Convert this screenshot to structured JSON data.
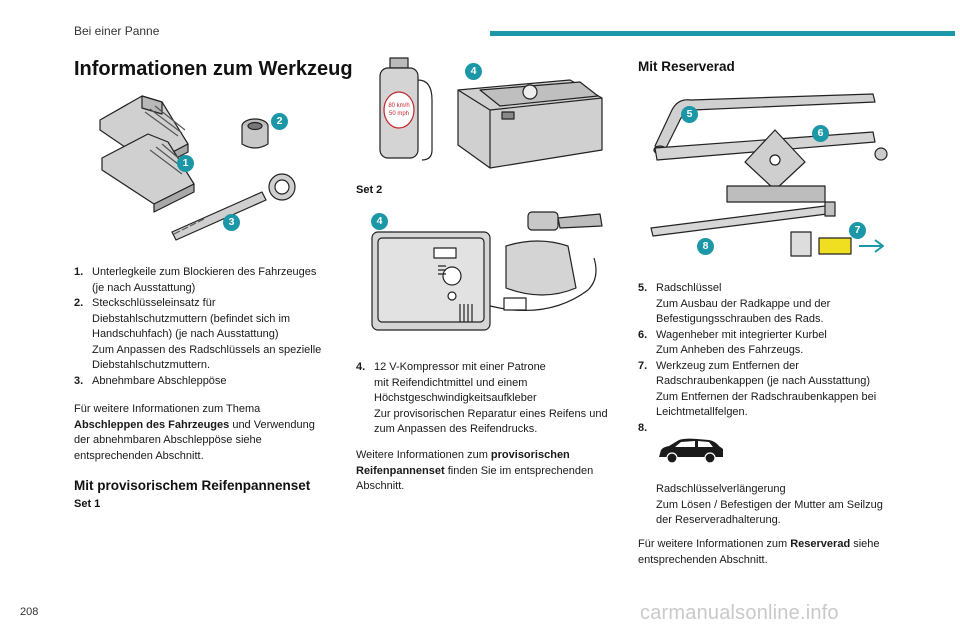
{
  "header": {
    "section_title": "Bei einer Panne",
    "accent_color": "#1b97a7"
  },
  "page": {
    "number": "208"
  },
  "watermark": "carmanualsonline.info",
  "col1": {
    "title": "Informationen zum Werkzeug",
    "markers": [
      "1",
      "2",
      "3"
    ],
    "items": [
      {
        "num": "1.",
        "lines": [
          "Unterlegkeile zum Blockieren des Fahrzeuges",
          "(je nach Ausstattung)"
        ]
      },
      {
        "num": "2.",
        "lines": [
          "Steckschlüsseleinsatz für",
          "Diebstahlschutzmuttern (befindet sich im",
          "Handschuhfach) (je nach Ausstattung)",
          "Zum Anpassen des Radschlüssels an spezielle",
          "Diebstahlschutzmuttern."
        ]
      },
      {
        "num": "3.",
        "lines": [
          "Abnehmbare Abschleppöse"
        ]
      }
    ],
    "para": {
      "l1": "Für weitere Informationen zum Thema",
      "l2_bold": "Abschleppen des Fahrzeuges",
      "l2_rest": " und Verwendung",
      "l3": "der abnehmbaren Abschleppöse siehe",
      "l4": "entsprechenden Abschnitt."
    },
    "section2_title": "Mit provisorischem Reifenpannenset",
    "set1_label": "Set 1"
  },
  "col2": {
    "markers": [
      "4",
      "4"
    ],
    "set2_label": "Set 2",
    "item4": {
      "num": "4.",
      "lines": [
        "12 V-Kompressor mit einer Patrone",
        "mit Reifendichtmittel und einem",
        "Höchstgeschwindigkeitsaufkleber",
        "Zur provisorischen Reparatur eines Reifens und",
        "zum Anpassen des Reifendrucks."
      ]
    },
    "para": {
      "l1_pre": "Weitere Informationen zum ",
      "l1_bold": "provisorischen",
      "l2_bold": "Reifenpannenset",
      "l2_rest": " finden Sie im entsprechenden",
      "l3": "Abschnitt."
    }
  },
  "col3": {
    "title": "Mit Reserverad",
    "markers": [
      "5",
      "6",
      "7",
      "8"
    ],
    "items": [
      {
        "num": "5.",
        "lines": [
          "Radschlüssel",
          "Zum Ausbau der Radkappe und der",
          "Befestigungsschrauben des Rads."
        ]
      },
      {
        "num": "6.",
        "lines": [
          "Wagenheber mit integrierter Kurbel",
          "Zum Anheben des Fahrzeugs."
        ]
      },
      {
        "num": "7.",
        "lines": [
          "Werkzeug zum Entfernen der",
          "Radschraubenkappen (je nach Ausstattung)",
          "Zum Entfernen der Radschraubenkappen bei",
          "Leichtmetallfelgen."
        ]
      },
      {
        "num": "8.",
        "lines": []
      }
    ],
    "item8_lines": [
      "Radschlüsselverlängerung",
      "Zum Lösen / Befestigen der Mutter am Seilzug",
      "der Reserveradhalterung."
    ],
    "para": {
      "l1_pre": "Für weitere Informationen zum ",
      "l1_bold": "Reserverad",
      "l1_rest": " siehe",
      "l2": "entsprechenden Abschnitt."
    }
  }
}
